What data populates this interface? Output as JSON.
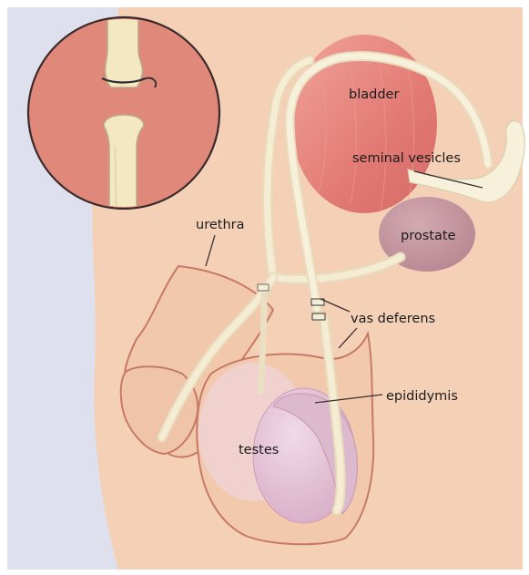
{
  "labels": {
    "bladder": "bladder",
    "seminal_vesicles": "seminal vesicles",
    "prostate": "prostate",
    "urethra": "urethra",
    "vas_deferens": "vas deferens",
    "epididymis": "epididymis",
    "testes": "testes"
  },
  "colors": {
    "skin": "#f4d0b6",
    "background_left": "#dfe0ee",
    "bladder": "#e5827c",
    "prostate": "#c69aa3",
    "testis": "#e6c6d9",
    "duct": "#f2ebce",
    "inset_bg": "#e0887a",
    "outline": "#c07060"
  }
}
